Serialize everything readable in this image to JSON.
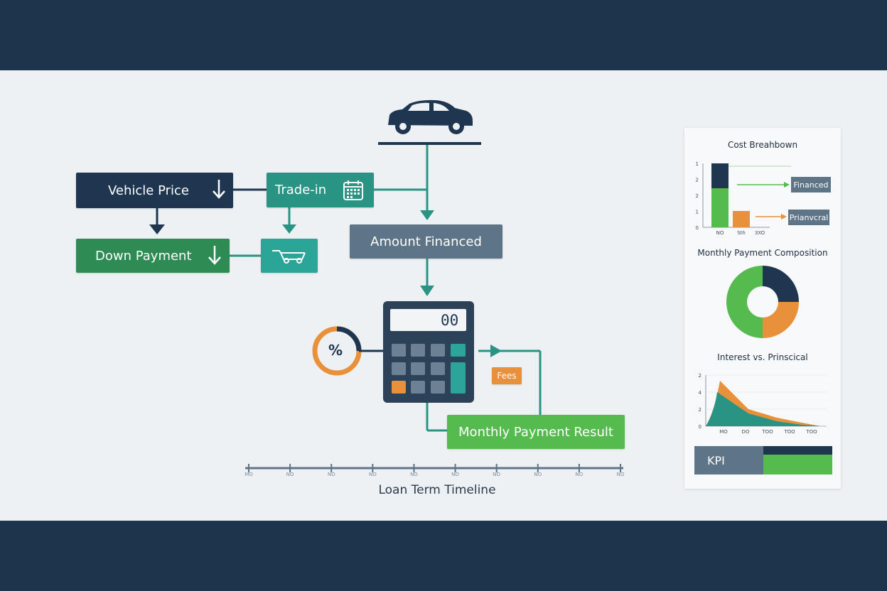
{
  "nodes": {
    "vehicle_price": "Vehicle Price",
    "trade_in": "Trade-in",
    "down_payment": "Down Payment",
    "amount_financed": "Amount Financed",
    "monthly_payment_result": "Monthly Payment Result",
    "fees": "Fees",
    "percent": "%",
    "calculator_display": "00"
  },
  "timeline": {
    "title": "Loan Term Timeline",
    "ticks": [
      "MO",
      "NO",
      "NO",
      "NO",
      "NO",
      "NO",
      "NO",
      "NO",
      "NO",
      "NO"
    ]
  },
  "panel": {
    "kpi_label": "KPI",
    "financed_tag": "Financed",
    "principal_tag": "Prianvcral"
  },
  "colors": {
    "navy": "#1f3651",
    "teal": "#2a9484",
    "green": "#55bb4e",
    "orange": "#e8903a",
    "slate": "#5e7487",
    "band": "#1d344d"
  },
  "chart_data": [
    {
      "type": "bar",
      "title": "Cost Breahbown",
      "categories": [
        "NO",
        "Sth",
        "3XO"
      ],
      "series": [
        {
          "name": "Financed",
          "values": [
            1.4,
            0,
            0
          ],
          "color": "#1f3651"
        },
        {
          "name": "Prianvcral",
          "values": [
            2.2,
            0.9,
            0
          ],
          "color": "#55bb4e"
        }
      ],
      "yticks": [
        "0",
        "1",
        "2",
        "2",
        "1"
      ],
      "ylim": [
        0,
        3.6
      ]
    },
    {
      "type": "pie",
      "title": "Monthly Payment Composition",
      "donut": true,
      "values": [
        0.25,
        0.25,
        0.5
      ],
      "colors": [
        "#1f3651",
        "#e8903a",
        "#55bb4e"
      ]
    },
    {
      "type": "area",
      "title": "Interest vs. Prinscical",
      "x": [
        "MO",
        "DO",
        "TOO",
        "TOO",
        "TOO"
      ],
      "yticks": [
        "0",
        "2",
        "4",
        "2"
      ],
      "series": [
        {
          "values": [
            0,
            3.2,
            1.2,
            0.6,
            0.25,
            0
          ],
          "color": "#e8903a"
        },
        {
          "values": [
            0,
            2.4,
            0.9,
            0.35,
            0.1,
            0
          ],
          "color": "#2a9484"
        }
      ]
    }
  ]
}
